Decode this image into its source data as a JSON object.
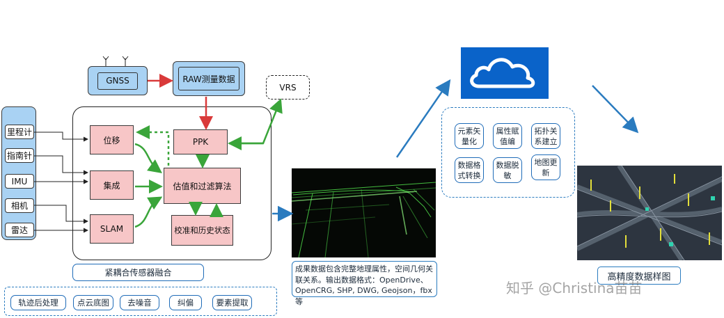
{
  "left_diagram": {
    "gnss": "GNSS",
    "raw": "RAW测量数据",
    "vrs": "VRS",
    "ppk": "PPK",
    "displacement": "位移",
    "integration": "集成",
    "slam": "SLAM",
    "estimation": "估值和过滤算法",
    "calibration": "校准和历史状态",
    "fusion_label": "紧耦合传感器融合",
    "sensors": [
      "里程计",
      "指南针",
      "IMU",
      "相机",
      "雷达"
    ],
    "post_steps": [
      "轨迹后处理",
      "点云底图",
      "去噪音",
      "纠偏",
      "要素提取"
    ]
  },
  "middle": {
    "caption": "成果数据包含完整地理属性，空间几何关联关系。输出数据格式：OpenDrive、OpenCRG, SHP, DWG, Geojson，fbx等"
  },
  "cloud_features": [
    "元素矢量化",
    "属性赋值编",
    "拓扑关系建立",
    "数据格式转换",
    "数据脱敏",
    "地图更新"
  ],
  "right": {
    "caption": "高精度数据样图"
  },
  "watermark": "知乎 @Christina苗苗",
  "colors": {
    "node_blue": "#a9d2f3",
    "node_pink": "#f7c6c7",
    "arrow_red": "#d93a3a",
    "arrow_green": "#3aa53a",
    "arrow_blue": "#2a7bbf",
    "cloud_tile": "#0a63c9"
  }
}
